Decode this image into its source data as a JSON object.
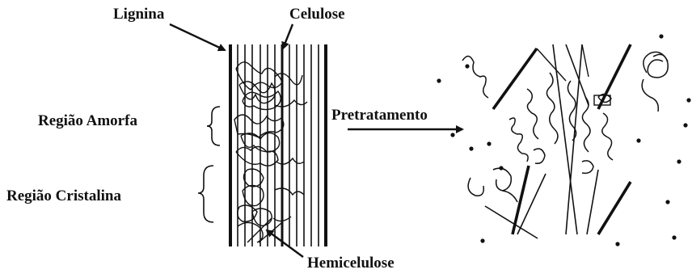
{
  "labels": {
    "lignina": "Lignina",
    "celulose": "Celulose",
    "regiao_amorfa": "Região Amorfa",
    "regiao_cristalina": "Região Cristalina",
    "pretratamento": "Pretratamento",
    "hemicelulose": "Hemicelulose"
  },
  "colors": {
    "ink": "#111111",
    "background": "#ffffff"
  }
}
